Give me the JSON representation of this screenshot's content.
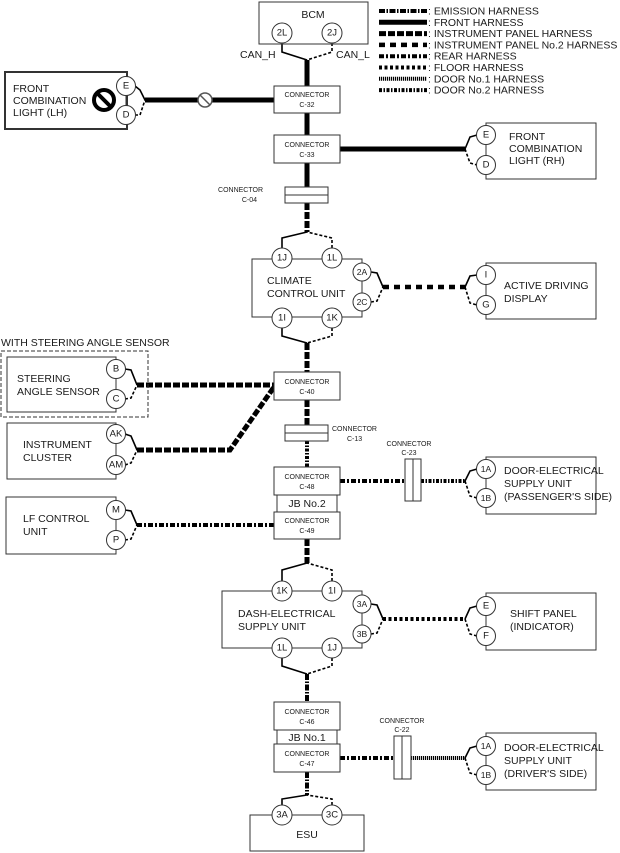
{
  "legend": [
    {
      "id": "emission",
      "label": ": EMISSION HARNESS",
      "pattern": "emission"
    },
    {
      "id": "front",
      "label": ": FRONT HARNESS",
      "pattern": "front"
    },
    {
      "id": "ip",
      "label": ": INSTRUMENT PANEL HARNESS",
      "pattern": "ip"
    },
    {
      "id": "ip2",
      "label": ": INSTRUMENT PANEL No.2 HARNESS",
      "pattern": "ip2"
    },
    {
      "id": "rear",
      "label": ": REAR HARNESS",
      "pattern": "rear"
    },
    {
      "id": "floor",
      "label": ": FLOOR HARNESS",
      "pattern": "floor"
    },
    {
      "id": "door1",
      "label": ": DOOR No.1 HARNESS",
      "pattern": "door1"
    },
    {
      "id": "door2",
      "label": ": DOOR No.2 HARNESS",
      "pattern": "door2"
    }
  ],
  "can_labels": {
    "high": "CAN_H",
    "low": "CAN_L"
  },
  "modules": {
    "bcm": {
      "name": "BCM",
      "pins": [
        "2L",
        "2J"
      ]
    },
    "front_light_lh": {
      "name": [
        "FRONT",
        "COMBINATION",
        "LIGHT (LH)"
      ],
      "pins": [
        "E",
        "D"
      ],
      "status_icon": "prohibited-icon"
    },
    "front_light_rh": {
      "name": [
        "FRONT",
        "COMBINATION",
        "LIGHT (RH)"
      ],
      "pins": [
        "E",
        "D"
      ]
    },
    "climate": {
      "name": [
        "CLIMATE",
        "CONTROL UNIT"
      ],
      "pins_top": [
        "1J",
        "1L"
      ],
      "pins_bottom": [
        "1I",
        "1K"
      ],
      "pins_side": [
        "2A",
        "2C"
      ]
    },
    "adp": {
      "name": [
        "ACTIVE DRIVING",
        "DISPLAY"
      ],
      "pins": [
        "I",
        "G"
      ]
    },
    "steering_group": {
      "label": "WITH STEERING ANGLE SENSOR"
    },
    "steering": {
      "name": [
        "STEERING",
        "ANGLE SENSOR"
      ],
      "pins": [
        "B",
        "C"
      ]
    },
    "cluster": {
      "name": [
        "INSTRUMENT",
        "CLUSTER"
      ],
      "pins": [
        "AK",
        "AM"
      ]
    },
    "lf": {
      "name": [
        "LF CONTROL",
        "UNIT"
      ],
      "pins": [
        "M",
        "P"
      ]
    },
    "door_pass": {
      "name": [
        "DOOR-ELECTRICAL",
        "SUPPLY UNIT",
        "(PASSENGER'S SIDE)"
      ],
      "pins": [
        "1A",
        "1B"
      ]
    },
    "dash": {
      "name": [
        "DASH-ELECTRICAL",
        "SUPPLY UNIT"
      ],
      "pins_top": [
        "1K",
        "1I"
      ],
      "pins_bottom": [
        "1L",
        "1J"
      ],
      "pins_side": [
        "3A",
        "3B"
      ]
    },
    "shift": {
      "name": [
        "SHIFT PANEL",
        "(INDICATOR)"
      ],
      "pins": [
        "E",
        "F"
      ]
    },
    "door_drv": {
      "name": [
        "DOOR-ELECTRICAL",
        "SUPPLY UNIT",
        "(DRIVER'S SIDE)"
      ],
      "pins": [
        "1A",
        "1B"
      ]
    },
    "esu": {
      "name": "ESU",
      "pins": [
        "3A",
        "3C"
      ]
    }
  },
  "connectors": {
    "c32": {
      "title": "CONNECTOR",
      "code": "C-32"
    },
    "c33": {
      "title": "CONNECTOR",
      "code": "C-33"
    },
    "c04": {
      "title": "CONNECTOR",
      "code": "C-04"
    },
    "c40": {
      "title": "CONNECTOR",
      "code": "C-40"
    },
    "c13": {
      "title": "CONNECTOR",
      "code": "C-13"
    },
    "c48": {
      "title": "CONNECTOR",
      "code": "C-48"
    },
    "c49": {
      "title": "CONNECTOR",
      "code": "C-49"
    },
    "c23": {
      "title": "CONNECTOR",
      "code": "C-23"
    },
    "c46": {
      "title": "CONNECTOR",
      "code": "C-46"
    },
    "c47": {
      "title": "CONNECTOR",
      "code": "C-47"
    },
    "c22": {
      "title": "CONNECTOR",
      "code": "C-22"
    }
  },
  "junction_blocks": {
    "jb2": "JB No.2",
    "jb1": "JB No.1"
  }
}
